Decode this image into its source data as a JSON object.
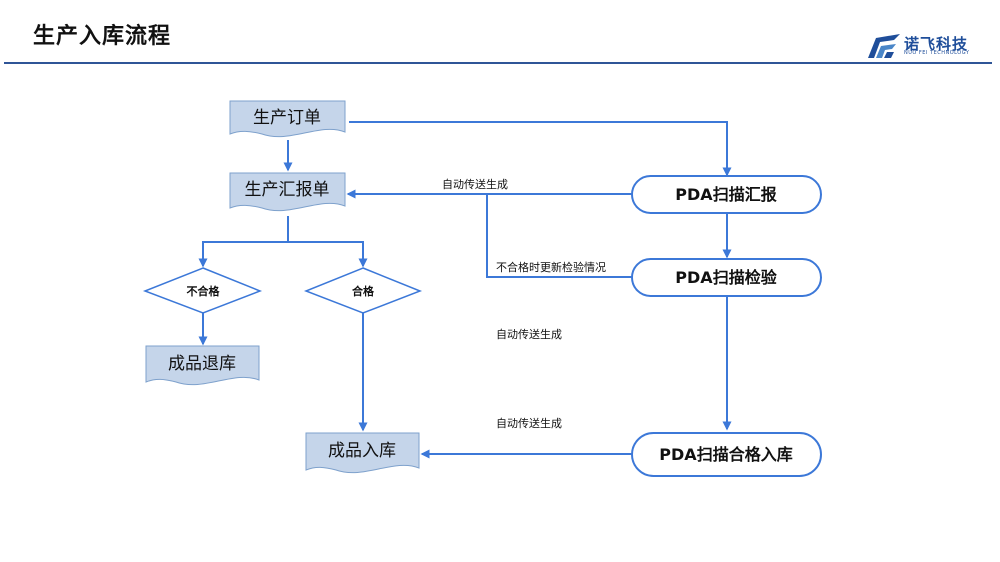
{
  "header": {
    "title": "生产入库流程",
    "logo_text": "诺飞科技",
    "logo_subtext": "NUO FEI TECHNOLOGY"
  },
  "colors": {
    "accent": "#2f5597",
    "arrow": "#3c78d8",
    "doc_fill": "#c5d5ea",
    "decision_fill": "#ffffff",
    "pda_fill": "#ffffff"
  },
  "nodes": {
    "production_order": "生产订单",
    "production_report": "生产汇报单",
    "unqualified": "不合格",
    "qualified": "合格",
    "finished_return": "成品退库",
    "finished_storage": "成品入库",
    "pda_scan_report": "PDA扫描汇报",
    "pda_scan_inspect": "PDA扫描检验",
    "pda_scan_storage": "PDA扫描合格入库"
  },
  "edge_labels": {
    "auto_generate_1": "自动传送生成",
    "update_inspection": "不合格时更新检验情况",
    "auto_generate_2": "自动传送生成",
    "auto_generate_3": "自动传送生成"
  }
}
